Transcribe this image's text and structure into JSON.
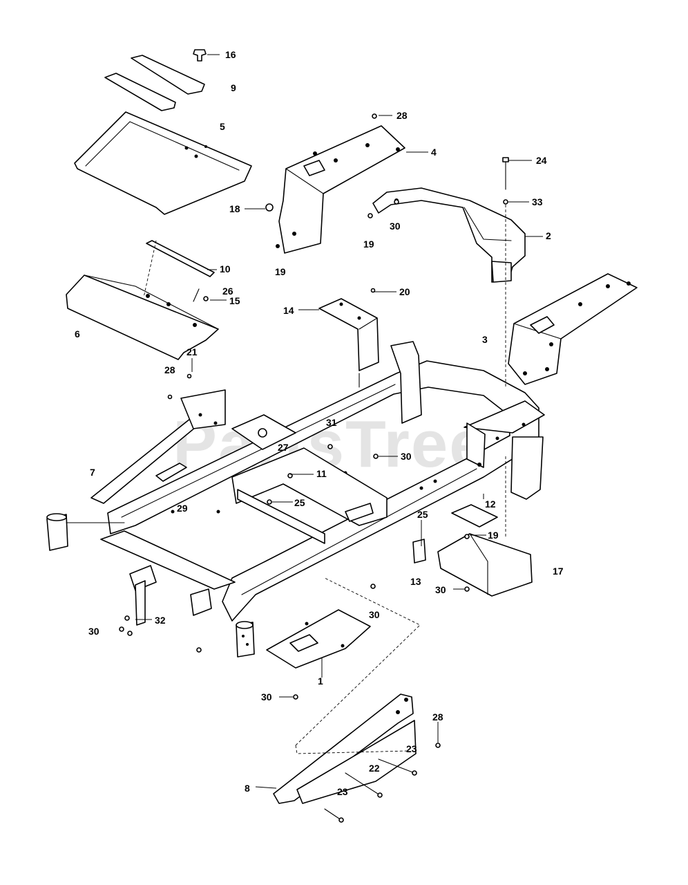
{
  "watermark": {
    "text": "PartsTree",
    "trademark": "™"
  },
  "callouts": [
    {
      "id": "c16a",
      "text": "16"
    },
    {
      "id": "c9",
      "text": "9"
    },
    {
      "id": "c5",
      "text": "5"
    },
    {
      "id": "c28a",
      "text": "28"
    },
    {
      "id": "c4",
      "text": "4"
    },
    {
      "id": "c24",
      "text": "24"
    },
    {
      "id": "c33",
      "text": "33"
    },
    {
      "id": "c18",
      "text": "18"
    },
    {
      "id": "c30a",
      "text": "30"
    },
    {
      "id": "c2",
      "text": "2"
    },
    {
      "id": "c19a",
      "text": "19"
    },
    {
      "id": "c19b",
      "text": "19"
    },
    {
      "id": "c10",
      "text": "10"
    },
    {
      "id": "c26",
      "text": "26"
    },
    {
      "id": "c20",
      "text": "20"
    },
    {
      "id": "c14",
      "text": "14"
    },
    {
      "id": "c15",
      "text": "15"
    },
    {
      "id": "c6",
      "text": "6"
    },
    {
      "id": "c3",
      "text": "3"
    },
    {
      "id": "c21",
      "text": "21"
    },
    {
      "id": "c28b",
      "text": "28"
    },
    {
      "id": "c31",
      "text": "31"
    },
    {
      "id": "c27",
      "text": "27"
    },
    {
      "id": "c30b",
      "text": "30"
    },
    {
      "id": "c7",
      "text": "7"
    },
    {
      "id": "c11",
      "text": "11"
    },
    {
      "id": "c25a",
      "text": "25"
    },
    {
      "id": "c12",
      "text": "12"
    },
    {
      "id": "c29",
      "text": "29"
    },
    {
      "id": "c25b",
      "text": "25"
    },
    {
      "id": "c19c",
      "text": "19"
    },
    {
      "id": "c17",
      "text": "17"
    },
    {
      "id": "c13",
      "text": "13"
    },
    {
      "id": "c30c",
      "text": "30"
    },
    {
      "id": "c30d",
      "text": "30"
    },
    {
      "id": "c32",
      "text": "32"
    },
    {
      "id": "c30e",
      "text": "30"
    },
    {
      "id": "c1",
      "text": "1"
    },
    {
      "id": "c30f",
      "text": "30"
    },
    {
      "id": "c28c",
      "text": "28"
    },
    {
      "id": "c23a",
      "text": "23"
    },
    {
      "id": "c22",
      "text": "22"
    },
    {
      "id": "c8",
      "text": "8"
    },
    {
      "id": "c23b",
      "text": "23"
    }
  ]
}
